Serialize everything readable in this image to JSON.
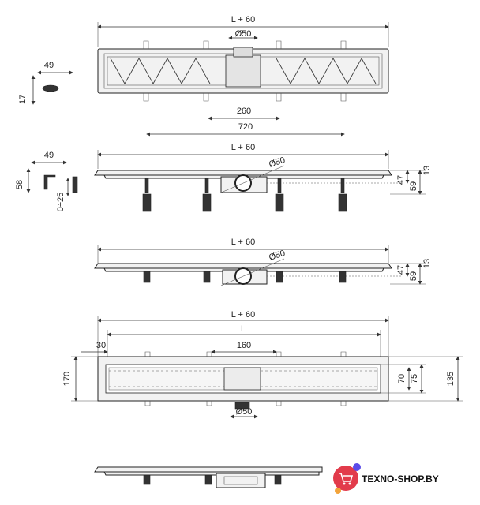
{
  "dims": {
    "top_view": {
      "overall": "L + 60",
      "outlet": "Ø50",
      "side_w": "49",
      "side_h": "17",
      "grate_w": "260",
      "grate_l": "720"
    },
    "side_view_1": {
      "overall": "L + 60",
      "outlet": "Ø50",
      "left_w": "49",
      "left_h": "58",
      "adjust": "0÷25",
      "h47": "47",
      "h59": "59",
      "h13": "13"
    },
    "side_view_2": {
      "overall": "L + 60",
      "outlet": "Ø50",
      "h47": "47",
      "h59": "59",
      "h13": "13"
    },
    "plan_view": {
      "overall": "L + 60",
      "length": "L",
      "offset": "30",
      "center": "160",
      "height": "170",
      "h70": "70",
      "h75": "75",
      "h135": "135",
      "outlet": "Ø50"
    }
  },
  "logo": {
    "text": "TEXNO-SHOP.BY"
  }
}
